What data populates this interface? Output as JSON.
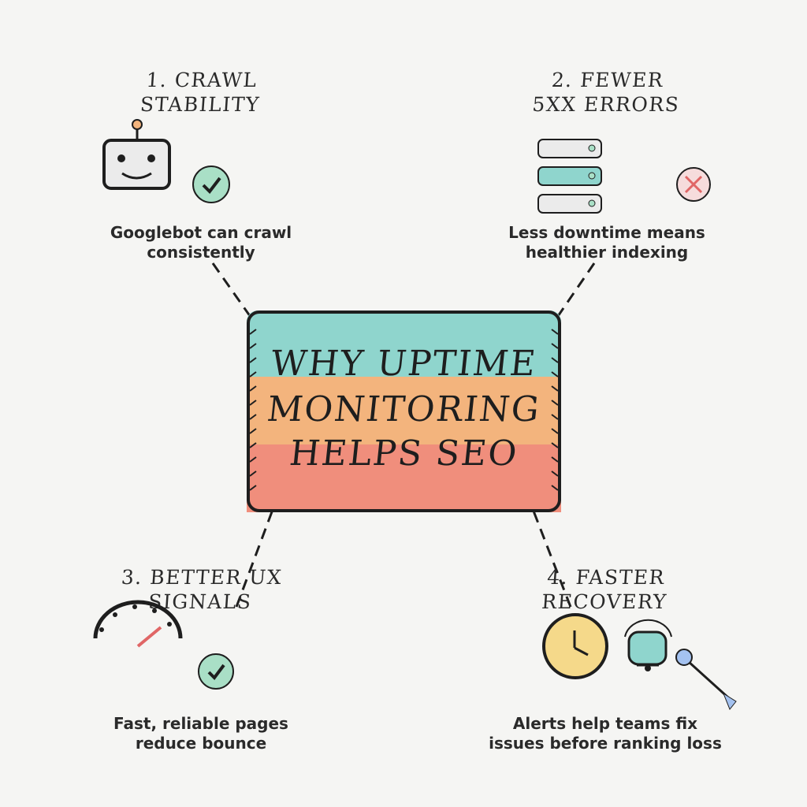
{
  "central": {
    "title_lines": [
      "WHY UPTIME",
      "MONITORING",
      "HELPS SEO"
    ],
    "band_colors": [
      "#8fd5cd",
      "#f3b47d",
      "#f08e7c"
    ]
  },
  "points": [
    {
      "number": "1.",
      "heading_lines": [
        "1. CRAWL",
        "STABILITY"
      ],
      "caption_lines": [
        "Googlebot can crawl",
        "consistently"
      ],
      "icons": [
        "robot-icon",
        "check-icon"
      ]
    },
    {
      "number": "2.",
      "heading_lines": [
        "2. FEWER",
        "5XX ERRORS"
      ],
      "caption_lines": [
        "Less downtime means",
        "healthier indexing"
      ],
      "icons": [
        "server-stack-icon",
        "error-x-icon"
      ]
    },
    {
      "number": "3.",
      "heading_lines": [
        "3. BETTER UX",
        "SIGNALS"
      ],
      "caption_lines": [
        "Fast, reliable pages",
        "reduce bounce"
      ],
      "icons": [
        "speedometer-icon",
        "check-icon"
      ]
    },
    {
      "number": "4.",
      "heading_lines": [
        "4. FASTER",
        "RECOVERY"
      ],
      "caption_lines": [
        "Alerts help teams fix",
        "issues before ranking loss"
      ],
      "icons": [
        "clock-icon",
        "alert-bell-icon",
        "magnifier-icon"
      ]
    }
  ],
  "colors": {
    "background": "#f5f5f3",
    "stroke": "#1e1e1e",
    "check_fill": "#a9dfc6",
    "error_fill": "#f6dcdc",
    "error_x": "#e06666",
    "robot_fill": "#ebebeb",
    "robot_antenna": "#f3b47d",
    "server_fill": "#ebebeb",
    "server_active": "#8fd5cd",
    "clock_fill": "#f5d98a",
    "bell_fill": "#8fd5cd",
    "magnifier": "#a4c2f0",
    "gauge_needle": "#e06666"
  }
}
